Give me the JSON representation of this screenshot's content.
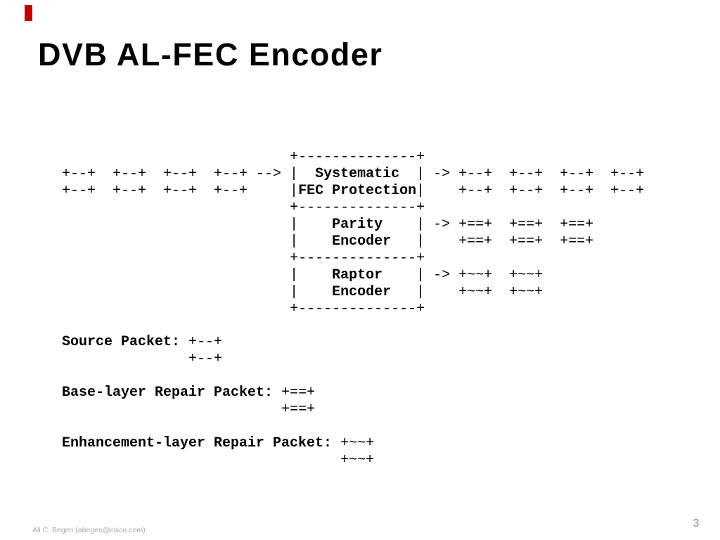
{
  "slide": {
    "title": "DVB AL-FEC Encoder",
    "accent_color": "#c00000",
    "text_color": "#000000",
    "diagram": {
      "lines": [
        [
          {
            "sp": 27
          },
          {
            "t": "+--------------+"
          }
        ],
        [
          {
            "t": "+--+  +--+  +--+  +--+ --> |"
          },
          {
            "t": "  Systematic  ",
            "b": true
          },
          {
            "t": "| -> +--+  +--+  +--+  +--+"
          }
        ],
        [
          {
            "t": "+--+  +--+  +--+  +--+     |"
          },
          {
            "t": "FEC Protection",
            "b": true
          },
          {
            "t": "|    +--+  +--+  +--+  +--+"
          }
        ],
        [
          {
            "sp": 27
          },
          {
            "t": "+--------------+"
          }
        ],
        [
          {
            "sp": 27
          },
          {
            "t": "|"
          },
          {
            "t": "    Parity    ",
            "b": true
          },
          {
            "t": "| -> +==+  +==+  +==+"
          }
        ],
        [
          {
            "sp": 27
          },
          {
            "t": "|"
          },
          {
            "t": "    Encoder   ",
            "b": true
          },
          {
            "t": "|    +==+  +==+  +==+"
          }
        ],
        [
          {
            "sp": 27
          },
          {
            "t": "+--------------+"
          }
        ],
        [
          {
            "sp": 27
          },
          {
            "t": "|"
          },
          {
            "t": "    Raptor    ",
            "b": true
          },
          {
            "t": "| -> +~~+  +~~+"
          }
        ],
        [
          {
            "sp": 27
          },
          {
            "t": "|"
          },
          {
            "t": "    Encoder   ",
            "b": true
          },
          {
            "t": "|    +~~+  +~~+"
          }
        ],
        [
          {
            "sp": 27
          },
          {
            "t": "+--------------+"
          }
        ]
      ]
    },
    "legend": {
      "lines": [
        [
          {
            "t": "Source Packet: ",
            "b": true
          },
          {
            "t": "+--+"
          }
        ],
        [
          {
            "sp": 15
          },
          {
            "t": "+--+"
          }
        ],
        [
          {
            "t": ""
          }
        ],
        [
          {
            "t": "Base-layer Repair Packet: ",
            "b": true
          },
          {
            "t": "+==+"
          }
        ],
        [
          {
            "sp": 26
          },
          {
            "t": "+==+"
          }
        ],
        [
          {
            "t": ""
          }
        ],
        [
          {
            "t": "Enhancement-layer Repair Packet: ",
            "b": true
          },
          {
            "t": "+~~+"
          }
        ],
        [
          {
            "sp": 33
          },
          {
            "t": "+~~+"
          }
        ]
      ]
    },
    "footer": {
      "author": "Ali C. Begen (abegen@cisco.com)",
      "page_number": "3",
      "color": "#a8a8a8"
    }
  }
}
